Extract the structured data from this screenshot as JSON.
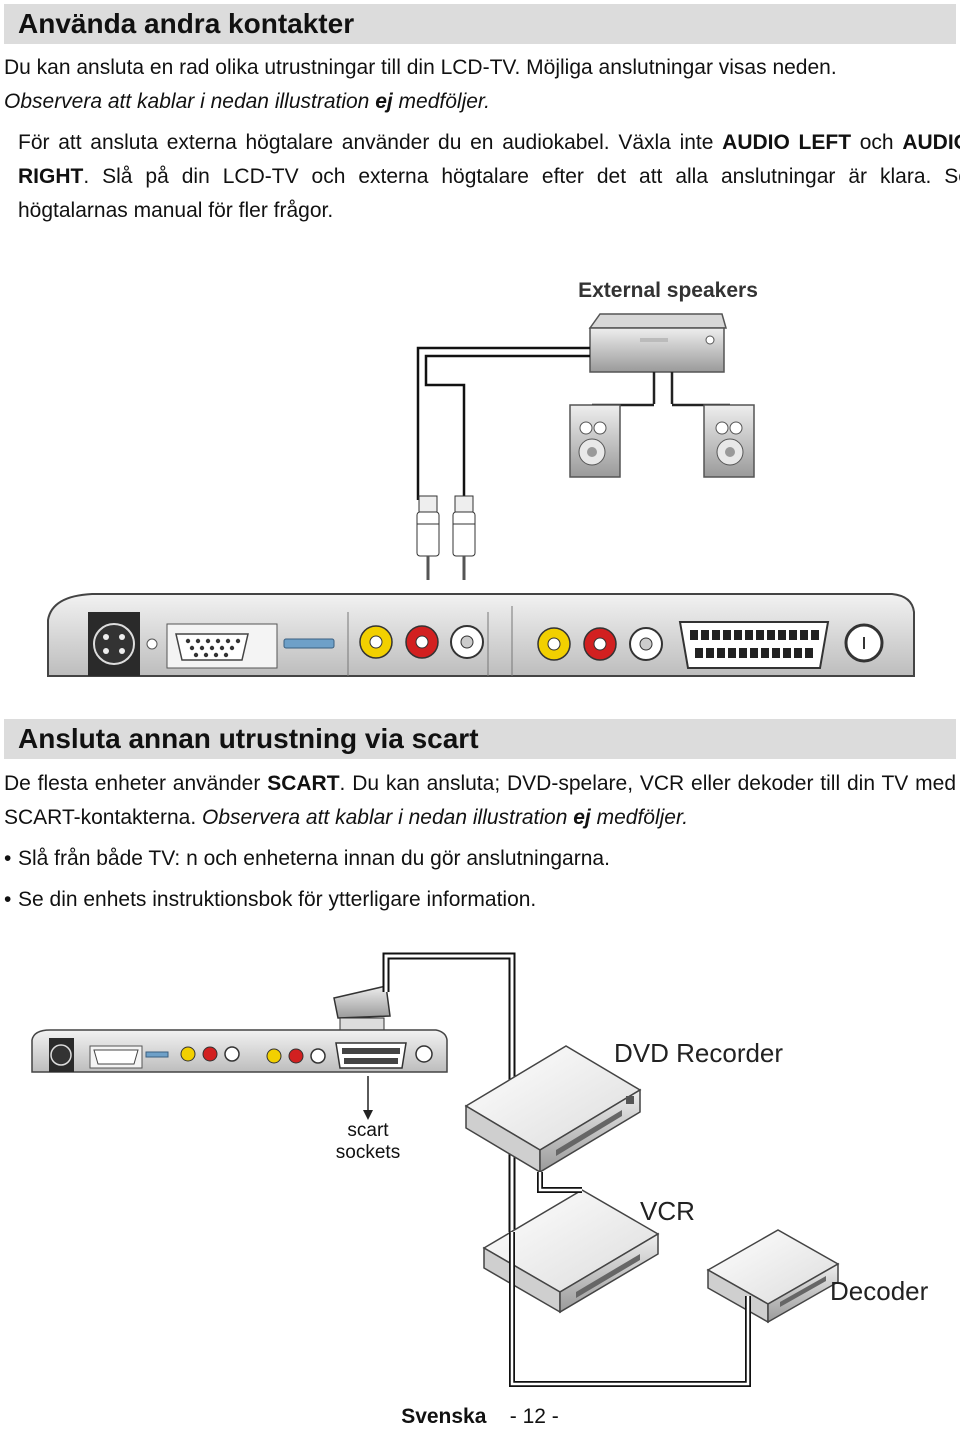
{
  "section1": {
    "title": "Använda andra kontakter",
    "intro_line1": "Du kan ansluta en rad olika utrustningar till din LCD-TV. Möjliga anslutningar visas neden.",
    "note_prefix": "Observera att kablar i nedan illustration ",
    "note_bold": "ej",
    "note_suffix": " medföljer.",
    "bullet": {
      "part1": "För att ansluta externa högtalare använder du en audiokabel. Växla inte ",
      "bold1": "AUDIO LEFT",
      "part2": " och ",
      "bold2": "AUDIO RIGHT",
      "part3": ". Slå på din LCD-TV och externa högtalare efter det att alla anslutningar är klara. Se högtalarnas manual för fler frågor."
    },
    "figure_label": "External speakers"
  },
  "section2": {
    "title": "Ansluta annan utrustning via scart",
    "p_part1": "De flesta enheter använder ",
    "p_bold": "SCART",
    "p_part2": ". Du kan ansluta; DVD-spelare, VCR eller dekoder till din TV med SCART-kontakterna. ",
    "note_prefix": "Observera att kablar i nedan illustration ",
    "note_bold": "ej",
    "note_suffix": " medföljer.",
    "bullets": [
      "Slå från både TV: n och enheterna innan du gör anslutningarna.",
      "Se din enhets instruktionsbok för ytterligare information."
    ],
    "labels": {
      "scart_line1": "scart",
      "scart_line2": "sockets",
      "dvd": "DVD Recorder",
      "vcr": "VCR",
      "decoder": "Decoder"
    }
  },
  "footer": {
    "language": "Svenska",
    "page": "- 12 -"
  },
  "bullet_glyph": "•"
}
